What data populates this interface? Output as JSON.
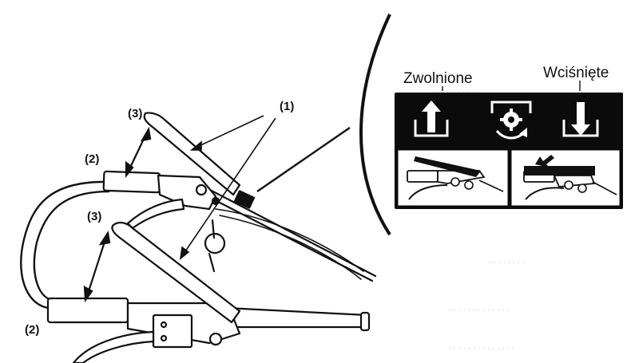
{
  "callouts": {
    "levers": "(1)",
    "grip_upper": "(2)",
    "gap_upper": "(3)",
    "gap_lower": "(3)",
    "grip_lower": "(2)"
  },
  "decal": {
    "released_label": "Zwolnione",
    "pressed_label": "Wciśnięte",
    "icons": [
      "arrow-up-out-of-bracket-icon",
      "gear-rotation-icon",
      "arrow-down-into-bracket-icon"
    ]
  },
  "colors": {
    "ink": "#111111",
    "panel": "#0b0b0b",
    "paper": "#ffffff"
  }
}
